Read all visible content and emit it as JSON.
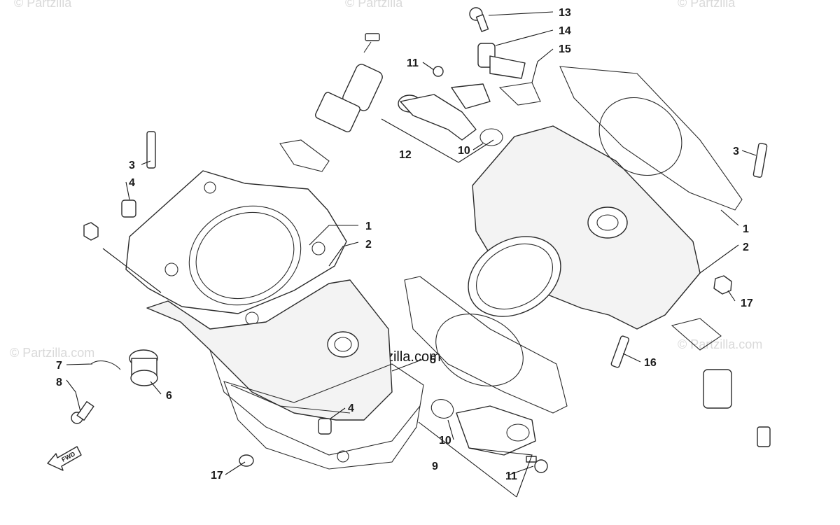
{
  "watermarks": {
    "top_left": "© Partzilla",
    "top_center": "© Partzilla",
    "top_right": "© Partzilla",
    "mid_left": "© Partzilla.com",
    "mid_right": "© Partzilla.com",
    "center": "© Partzilla.com"
  },
  "fwd_label": "FWD",
  "callouts": {
    "c1_left": "1",
    "c2_left": "2",
    "c3_left": "3",
    "c4_left_top": "4",
    "c4_left_bottom": "4",
    "c5": "5",
    "c6": "6",
    "c7": "7",
    "c8": "8",
    "c9": "9",
    "c10_bottom": "10",
    "c11_bottom": "11",
    "c17_left": "17",
    "c11_top": "11",
    "c10_top": "10",
    "c12": "12",
    "c13": "13",
    "c14": "14",
    "c15": "15",
    "c3_right": "3",
    "c1_right": "1",
    "c2_right": "2",
    "c17_right": "17",
    "c16": "16"
  }
}
